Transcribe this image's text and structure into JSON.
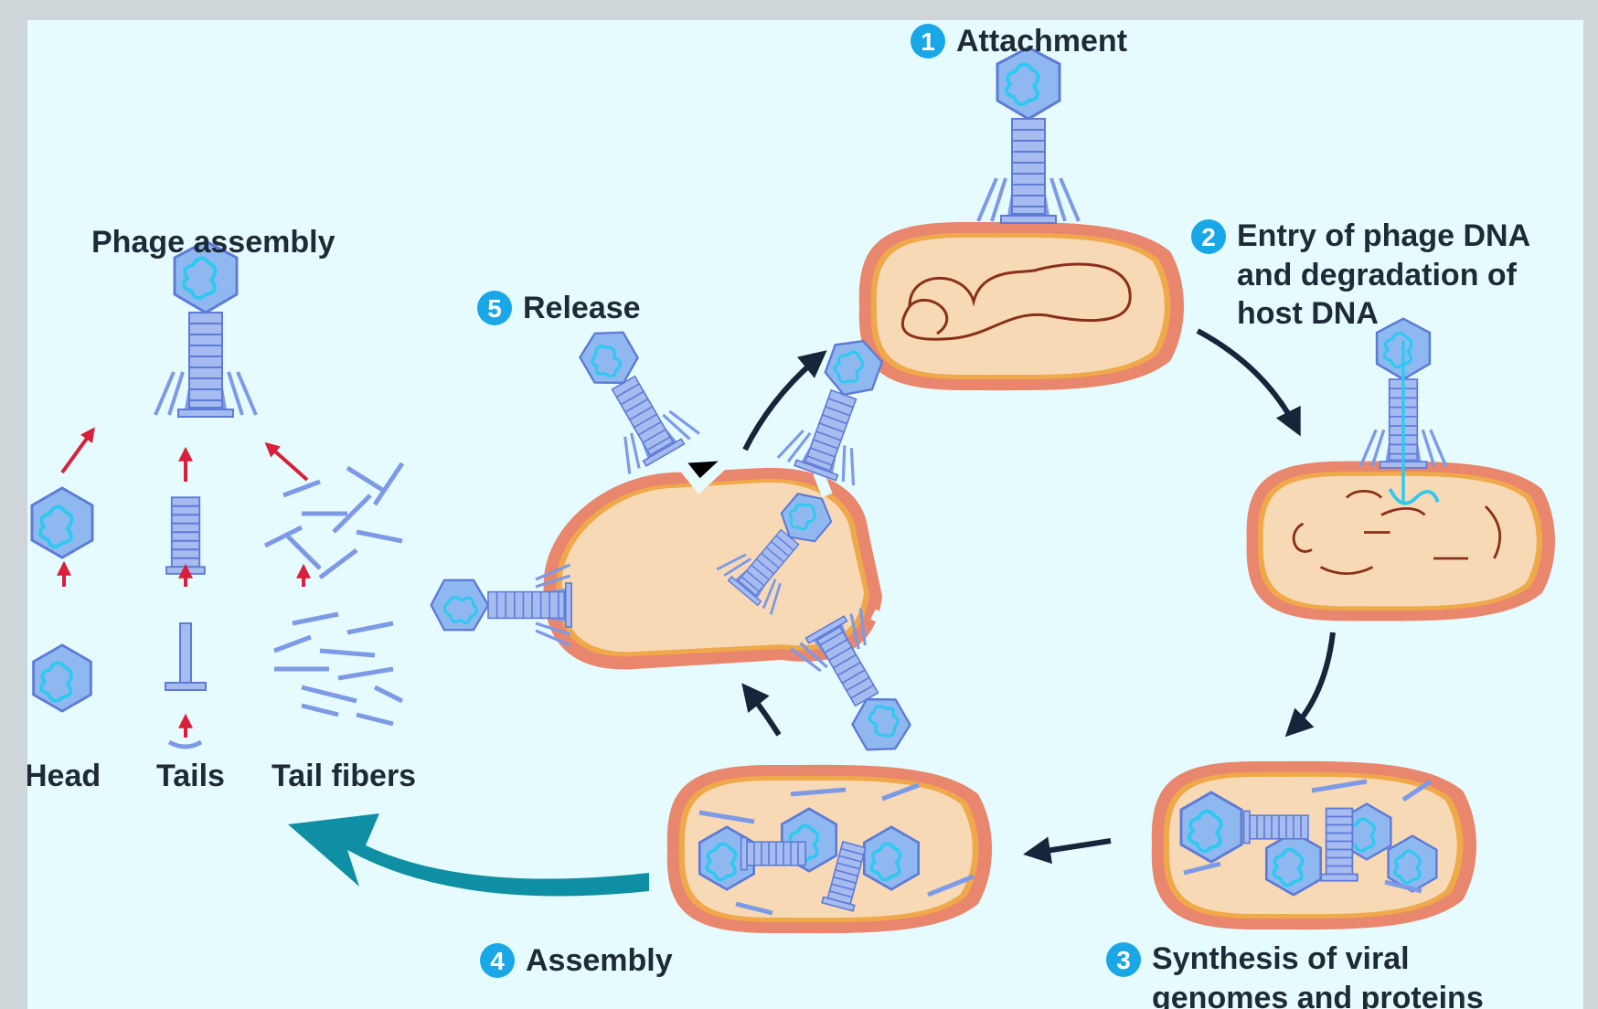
{
  "colors": {
    "background": "#e6fbfd",
    "border": "#cfd6d9",
    "badge": "#1aa7e8",
    "cell_fill": "#f7d9b6",
    "cell_wall": "#e9866e",
    "cell_membrane": "#f0a94a",
    "phage": "#7d9ae6",
    "phage_head": "#8fb8f0",
    "dna": "#2ec9f0",
    "host_dna": "#8b2f1d",
    "cycle_arrow": "#16263a",
    "red_arrow": "#d8203a",
    "teal_arrow": "#0f8fa3"
  },
  "steps": [
    {
      "number": "1",
      "label": "Attachment"
    },
    {
      "number": "2",
      "label": "Entry of phage DNA and degradation of host DNA"
    },
    {
      "number": "3",
      "label": "Synthesis of viral genomes and proteins"
    },
    {
      "number": "4",
      "label": "Assembly"
    },
    {
      "number": "5",
      "label": "Release"
    }
  ],
  "assembly_panel": {
    "title": "Phage assembly",
    "parts": [
      "Head",
      "Tails",
      "Tail fibers"
    ]
  },
  "icons": {
    "phage": "bacteriophage-icon",
    "cell": "bacterial-cell-icon"
  }
}
